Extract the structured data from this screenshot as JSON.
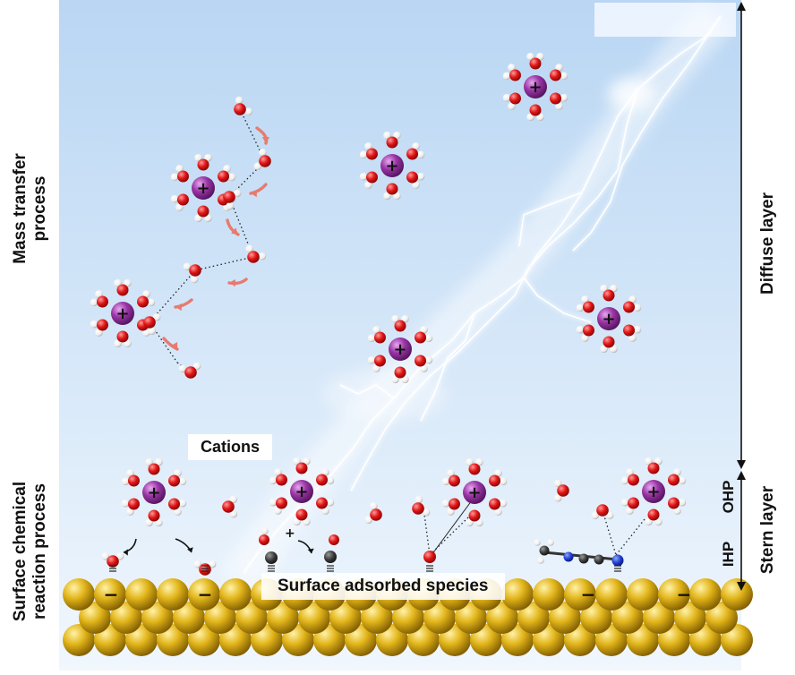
{
  "labels": {
    "mass_transfer": [
      "Mass transfer",
      "process"
    ],
    "surface_reaction": [
      "Surface chemical",
      "reaction process"
    ],
    "diffuse_layer": "Diffuse layer",
    "stern_layer": "Stern layer",
    "ohp": "OHP",
    "ihp": "IHP",
    "cations": "Cations",
    "surface_species": "Surface adsorbed species"
  },
  "symbols": {
    "cation_charge": "+",
    "surface_charge": "−",
    "reaction_plus": "+"
  },
  "colors": {
    "background_top": "#b9d6f3",
    "background_bottom": "#eef5fd",
    "cation": "#8e2f97",
    "oxygen": "#e01515",
    "hydrogen": "#ffffff",
    "carbon": "#333333",
    "nitrogen": "#1f3ecf",
    "gold": "#d8ae12",
    "lightning": "#ffffff"
  }
}
